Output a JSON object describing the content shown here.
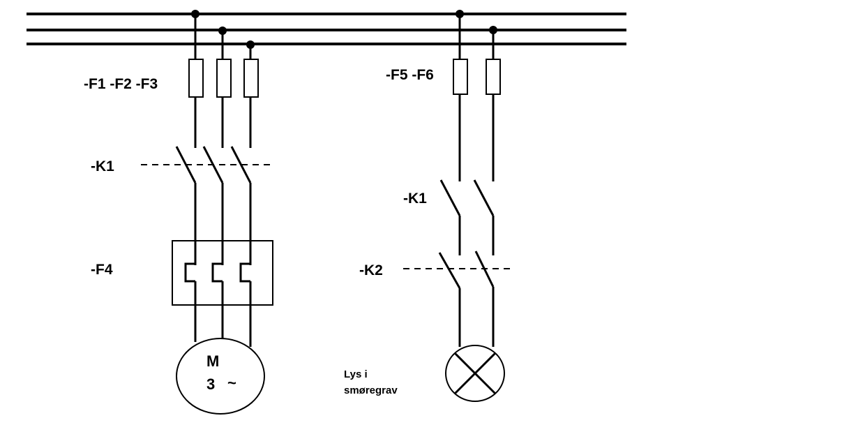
{
  "labels": {
    "fuses_left": "-F1 -F2 -F3",
    "fuses_right": "-F5 -F6",
    "k1_left": "-K1",
    "k1_right": "-K1",
    "k2": "-K2",
    "f4": "-F4",
    "motor_m": "M",
    "motor_phase": "3",
    "motor_ac": "~",
    "lamp_line1": "Lys i",
    "lamp_line2": "smøregrav"
  }
}
